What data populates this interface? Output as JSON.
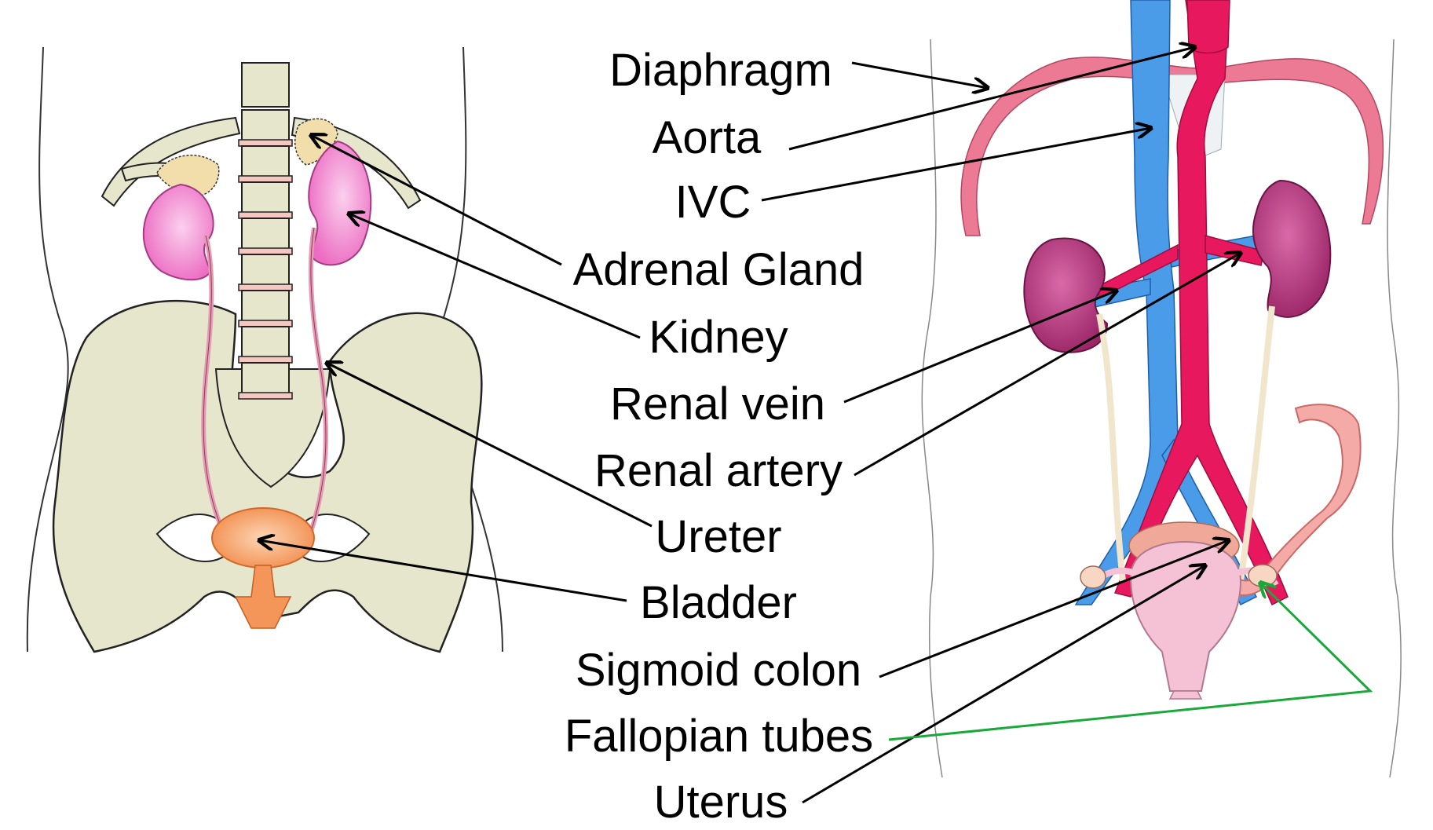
{
  "labels": {
    "diaphragm": "Diaphragm",
    "aorta": "Aorta",
    "ivc": "IVC",
    "adrenal_gland": "Adrenal Gland",
    "kidney": "Kidney",
    "renal_vein": "Renal vein",
    "renal_artery": "Renal artery",
    "ureter": "Ureter",
    "bladder": "Bladder",
    "sigmoid_colon": "Sigmoid colon",
    "fallopian_tubes": "Fallopian tubes",
    "uterus": "Uterus"
  },
  "colors": {
    "bone": "#e6e6cc",
    "kidney_left_figure": "#f07ac8",
    "kidney_right_figure": "#b0367a",
    "aorta": "#e8185e",
    "ivc": "#4a9be8",
    "adrenal": "#f2deaa",
    "bladder": "#f4965a",
    "ureter": "#e79ab4",
    "diaphragm": "#ec7a94",
    "colon": "#f4aaa6",
    "uterus": "#f4c2d4",
    "arrow_green": "#1aa83a",
    "arrow_black": "#000000"
  }
}
